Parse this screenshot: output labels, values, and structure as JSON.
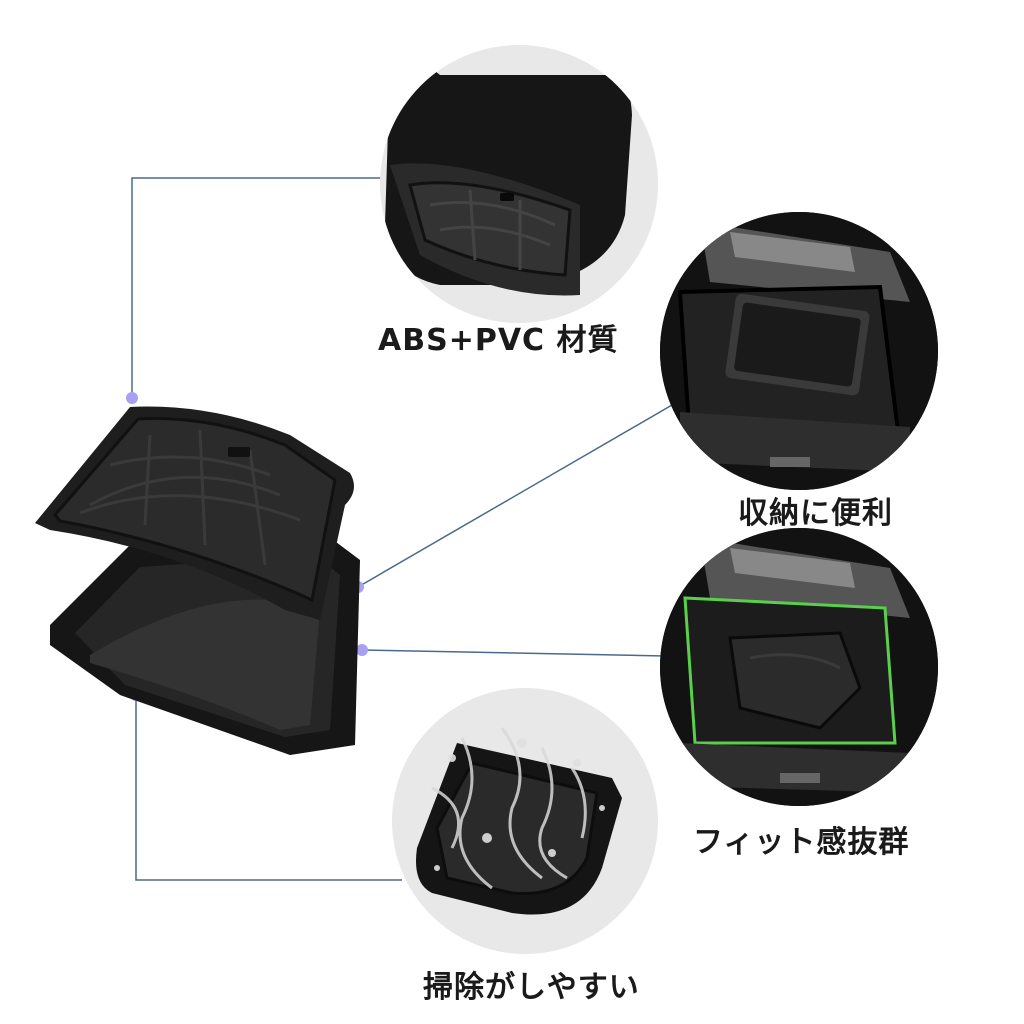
{
  "features": [
    {
      "id": "material",
      "label": "ABS+PVC 材質"
    },
    {
      "id": "storage",
      "label": "収納に便利"
    },
    {
      "id": "fit",
      "label": "フィット感抜群"
    },
    {
      "id": "cleaning",
      "label": "掃除がしやすい"
    }
  ],
  "colors": {
    "connector_line": "#4a6a8a",
    "connector_dot": "#a8a0f0",
    "circle_bg": "#e8e8e8",
    "product_dark": "#1c1c1c",
    "fit_highlight": "#5ad04a"
  }
}
